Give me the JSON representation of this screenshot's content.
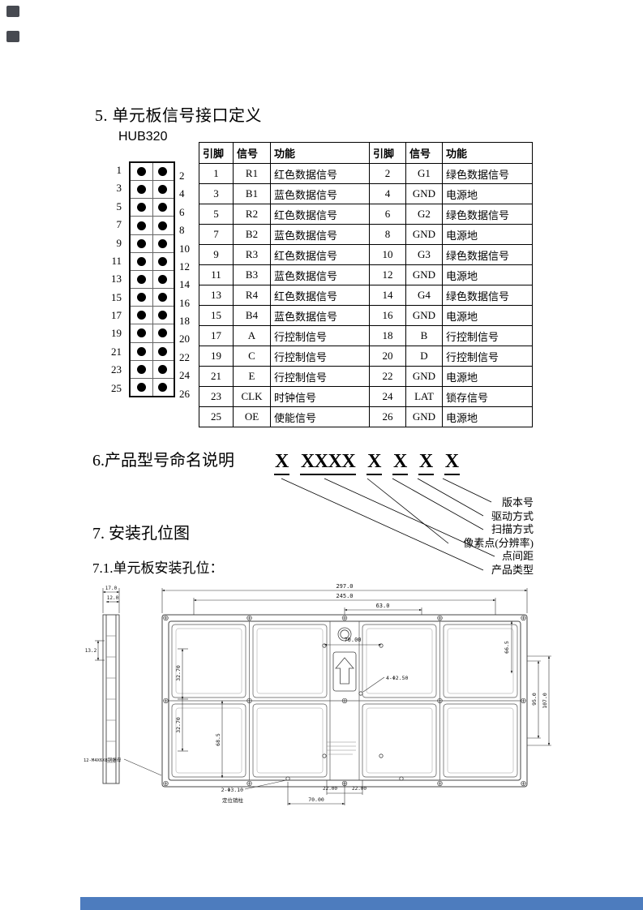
{
  "sections": {
    "s5_title": "5. 单元板信号接口定义",
    "hub_label": "HUB320",
    "s6_title": "6.产品型号命名说明",
    "s7_title": "7. 安装孔位图",
    "s7_1_title": "7.1.单元板安装孔位："
  },
  "connector": {
    "left_pins": [
      "1",
      "3",
      "5",
      "7",
      "9",
      "11",
      "13",
      "15",
      "17",
      "19",
      "21",
      "23",
      "25"
    ],
    "right_pins": [
      "2",
      "4",
      "6",
      "8",
      "10",
      "12",
      "14",
      "16",
      "18",
      "20",
      "22",
      "24",
      "26"
    ]
  },
  "pin_table": {
    "headers": [
      "引脚",
      "信号",
      "功能",
      "引脚",
      "信号",
      "功能"
    ],
    "rows": [
      [
        "1",
        "R1",
        "红色数据信号",
        "2",
        "G1",
        "绿色数据信号"
      ],
      [
        "3",
        "B1",
        "蓝色数据信号",
        "4",
        "GND",
        "电源地"
      ],
      [
        "5",
        "R2",
        "红色数据信号",
        "6",
        "G2",
        "绿色数据信号"
      ],
      [
        "7",
        "B2",
        "蓝色数据信号",
        "8",
        "GND",
        "电源地"
      ],
      [
        "9",
        "R3",
        "红色数据信号",
        "10",
        "G3",
        "绿色数据信号"
      ],
      [
        "11",
        "B3",
        "蓝色数据信号",
        "12",
        "GND",
        "电源地"
      ],
      [
        "13",
        "R4",
        "红色数据信号",
        "14",
        "G4",
        "绿色数据信号"
      ],
      [
        "15",
        "B4",
        "蓝色数据信号",
        "16",
        "GND",
        "电源地"
      ],
      [
        "17",
        "A",
        "行控制信号",
        "18",
        "B",
        "行控制信号"
      ],
      [
        "19",
        "C",
        "行控制信号",
        "20",
        "D",
        "行控制信号"
      ],
      [
        "21",
        "E",
        "行控制信号",
        "22",
        "GND",
        "电源地"
      ],
      [
        "23",
        "CLK",
        "时钟信号",
        "24",
        "LAT",
        "锁存信号"
      ],
      [
        "25",
        "OE",
        "使能信号",
        "26",
        "GND",
        "电源地"
      ]
    ]
  },
  "naming": {
    "code_parts": [
      "X",
      "XXXX",
      "X",
      "X",
      "X",
      "X"
    ],
    "labels": [
      "版本号",
      "驱动方式",
      "扫描方式",
      "像素点(分辨率)",
      "点间距",
      "产品类型"
    ]
  },
  "drawing": {
    "dim_297": "297.0",
    "dim_245": "245.0",
    "dim_63": "63.0",
    "dim_70_top": "70.00",
    "dim_17": "17.0",
    "dim_12": "12.0",
    "dim_13_2": "13.2",
    "dim_32a": "32.70",
    "dim_32b": "32.70",
    "dim_68_5": "68.5",
    "dim_66_5": "66.5",
    "dim_95": "95.0",
    "dim_107": "107.0",
    "dim_22a": "22.00",
    "dim_22b": "22.00",
    "dim_70_bottom": "70.00",
    "label_holes4": "4-Φ2.50",
    "label_holes2": "2-Φ3.10",
    "label_pin": "定位销柱",
    "label_nut": "12-M4X6X8铜螺母"
  }
}
